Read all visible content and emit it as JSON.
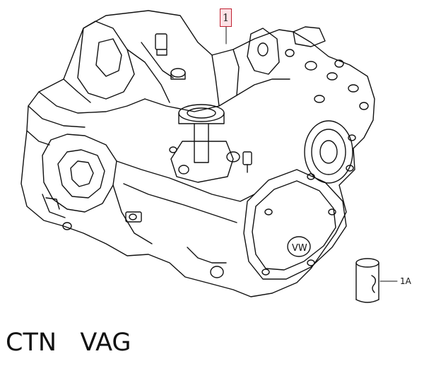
{
  "callouts": {
    "part_1": "1",
    "part_1a": "1A"
  },
  "caption": "CTN   VAG",
  "colors": {
    "line": "#111111",
    "callout_border": "#c02030",
    "callout_fill": "#fde2e6"
  }
}
